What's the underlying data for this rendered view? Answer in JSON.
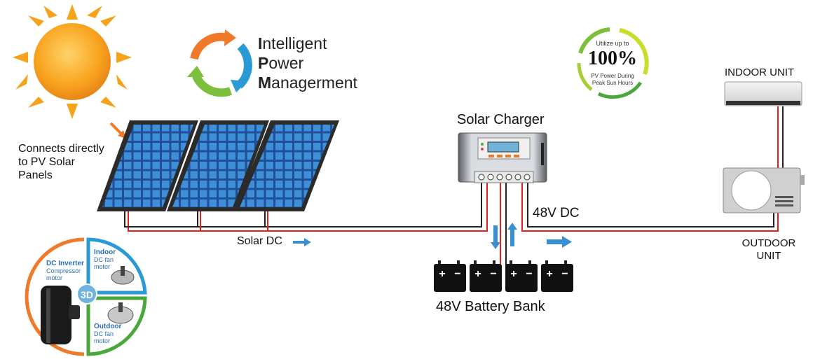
{
  "ipm": {
    "line1_initial": "I",
    "line1_rest": "ntelligent",
    "line2_initial": "P",
    "line2_rest": "ower",
    "line3_initial": "M",
    "line3_rest": "anagerment"
  },
  "badge": {
    "top": "Utilize up to",
    "value": "100%",
    "line1": "PV Power During",
    "line2": "Peak Sun Hours"
  },
  "labels": {
    "connects_1": "Connects directly",
    "connects_2": "to PV Solar",
    "connects_3": "Panels",
    "solar_charger": "Solar Charger",
    "indoor_unit": "INDOOR UNIT",
    "outdoor_unit_1": "OUTDOOR",
    "outdoor_unit_2": "UNIT",
    "dc_48v": "48V DC",
    "solar_dc": "Solar DC",
    "battery_bank": "48V Battery Bank"
  },
  "motors": {
    "badge_3d": "3D",
    "compressor_title": "DC Inverter",
    "compressor_line1": "Compressor",
    "compressor_line2": "motor",
    "indoor_title": "Indoor",
    "indoor_line1": "DC fan",
    "indoor_line2": "motor",
    "outdoor_title": "Outdoor",
    "outdoor_line1": "DC fan",
    "outdoor_line2": "motor"
  },
  "battery": {
    "plus": "+",
    "minus": "−",
    "count": 4
  },
  "colors": {
    "wire_red": "#e0201a",
    "wire_black": "#222222",
    "arrow_blue": "#3a8fd0",
    "sun": "#f7a21b",
    "ring_orange": "#f07a2a",
    "ring_blue": "#2a9ad6",
    "ring_green": "#7cbf3a",
    "panel_cell": "#3f8fd8"
  }
}
